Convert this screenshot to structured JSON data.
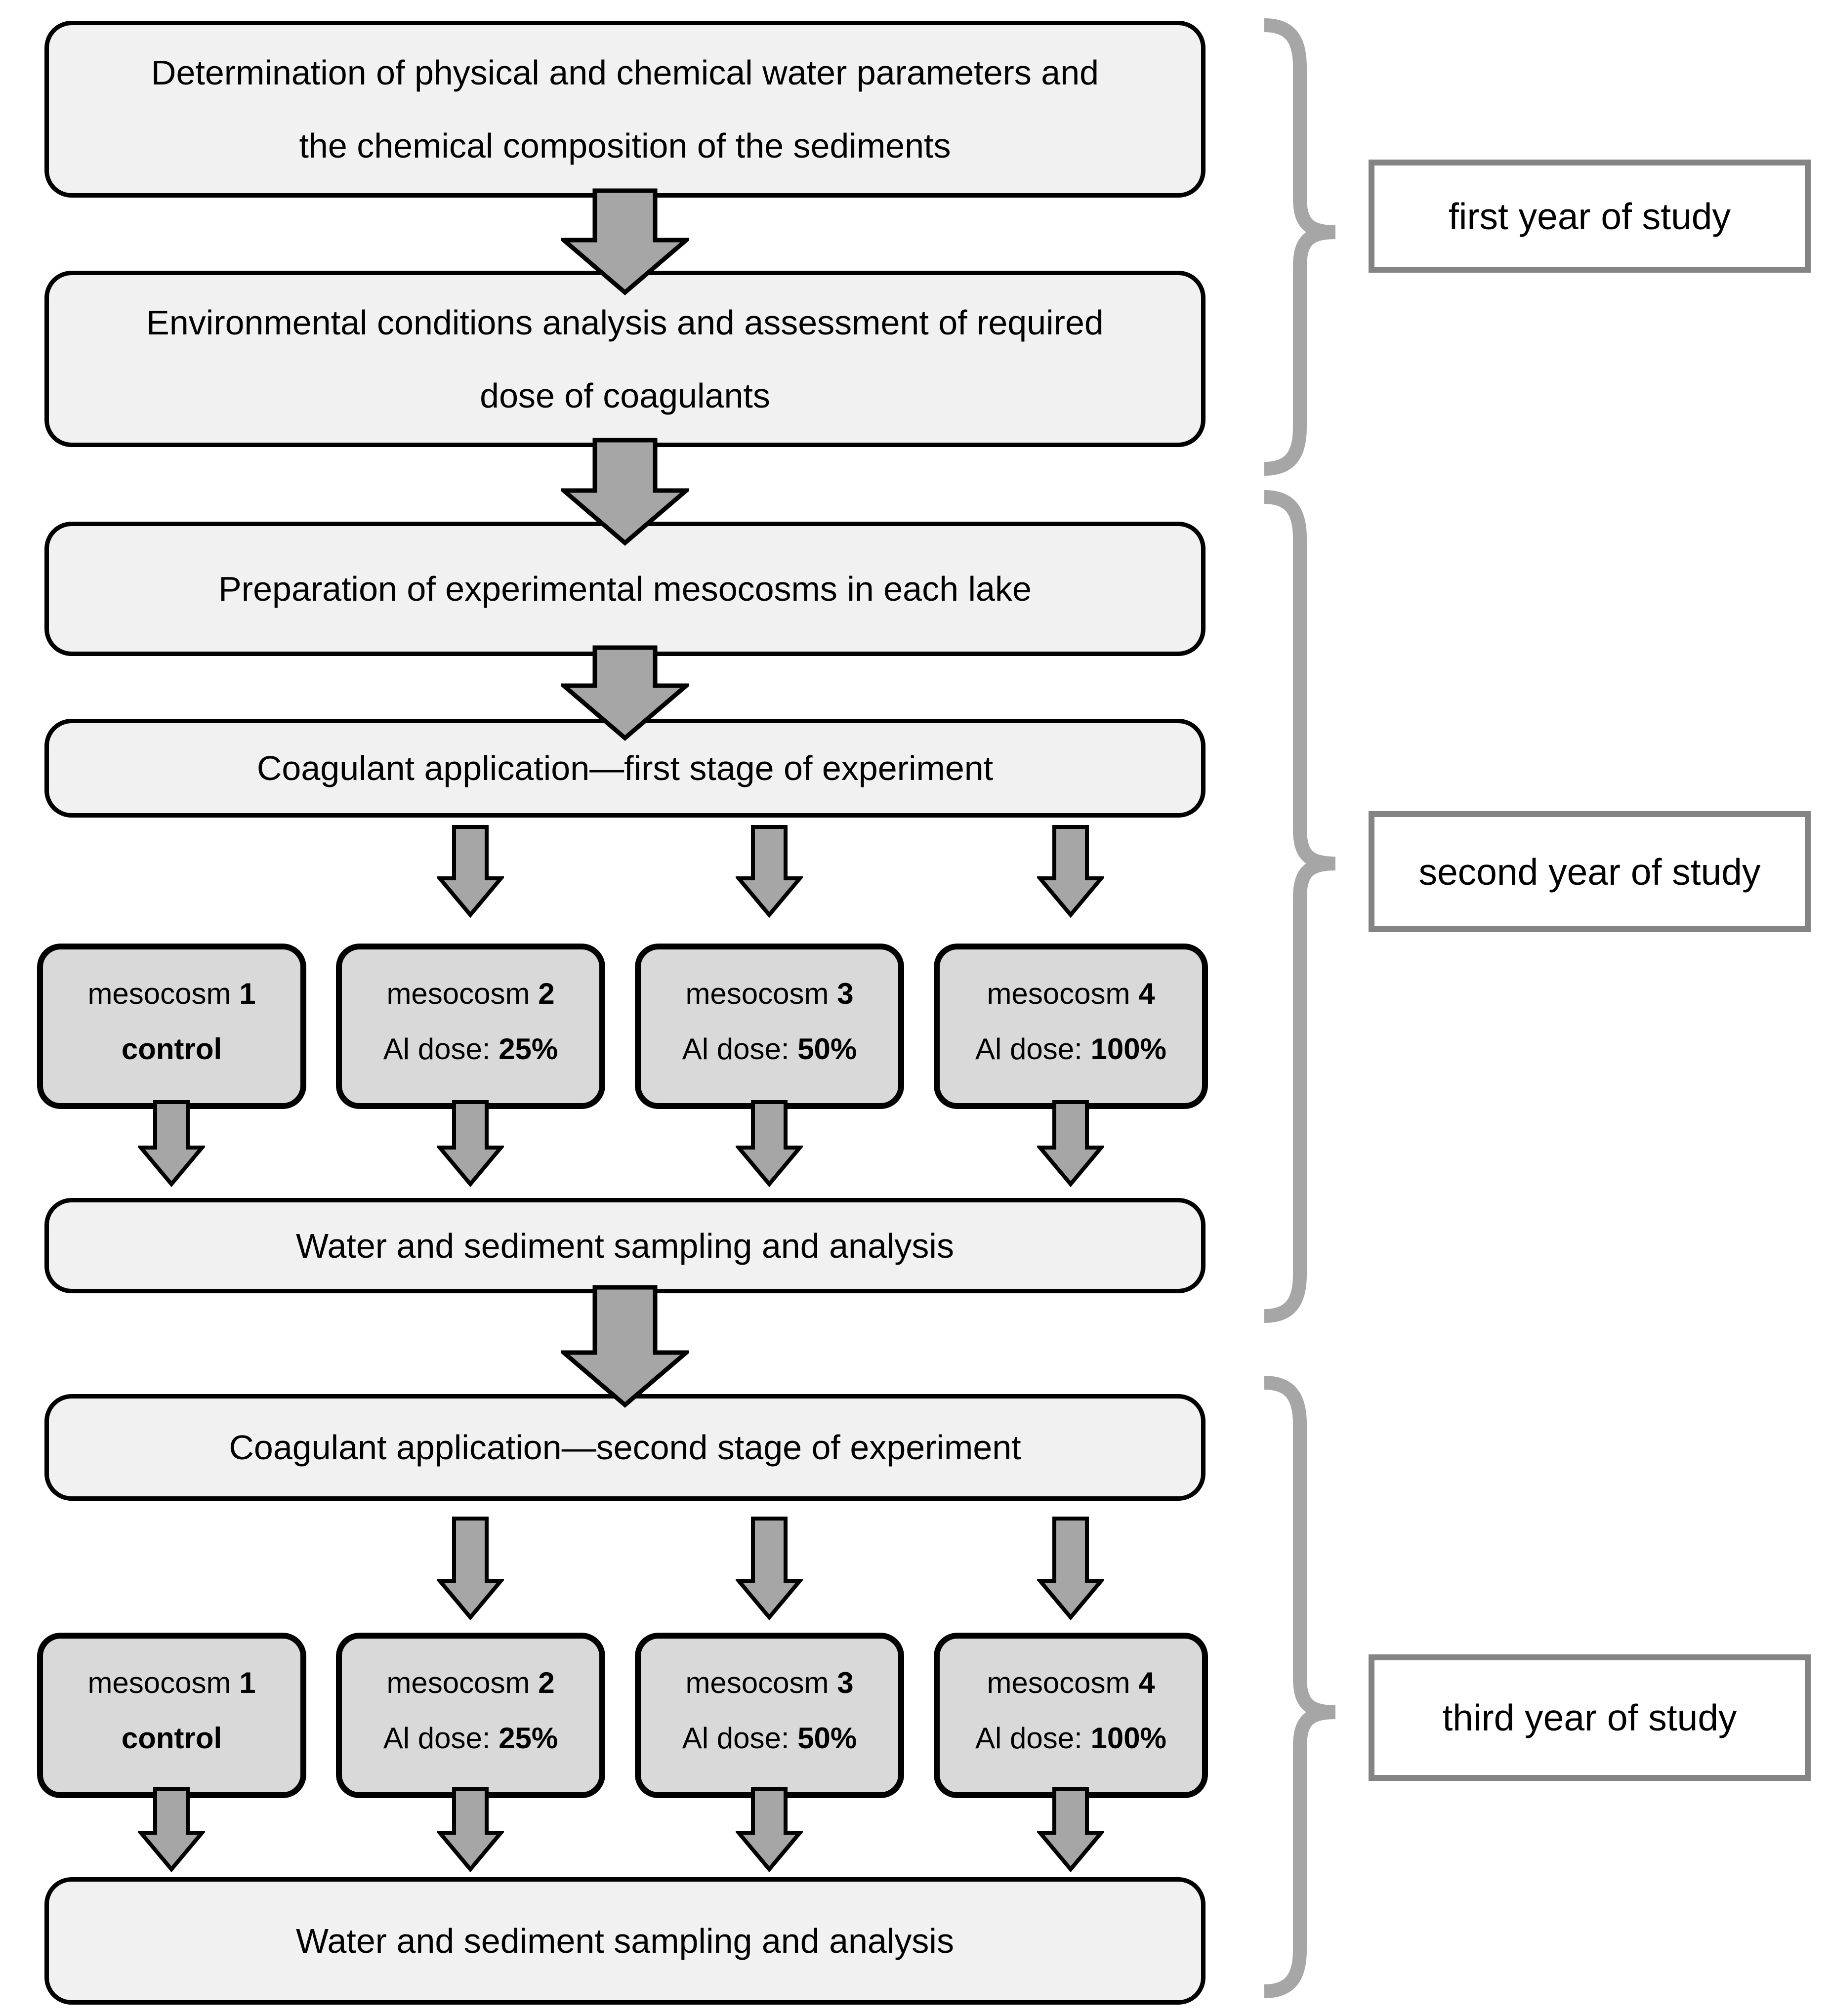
{
  "diagram": {
    "stages": [
      {
        "id": "determination",
        "text": "Determination of physical and chemical water parameters and\nthe chemical composition of the sediments"
      },
      {
        "id": "environmental",
        "text": "Environmental conditions analysis and assessment of required\ndose of coagulants"
      },
      {
        "id": "preparation",
        "text": "Preparation of experimental mesocosms in each lake"
      },
      {
        "id": "coagulant-first",
        "text": "Coagulant application—first stage of experiment"
      },
      {
        "id": "water-sampling-1",
        "text": "Water and sediment sampling and analysis"
      },
      {
        "id": "coagulant-second",
        "text": "Coagulant application—second stage of experiment"
      },
      {
        "id": "water-sampling-2",
        "text": "Water and sediment sampling and analysis"
      }
    ],
    "mesocosms_stage1": [
      {
        "name": "mesocosm ",
        "number": "1",
        "dose_prefix": "",
        "dose_value": "control"
      },
      {
        "name": "mesocosm ",
        "number": "2",
        "dose_prefix": "Al dose: ",
        "dose_value": "25%"
      },
      {
        "name": "mesocosm ",
        "number": "3",
        "dose_prefix": "Al dose: ",
        "dose_value": "50%"
      },
      {
        "name": "mesocosm ",
        "number": "4",
        "dose_prefix": "Al dose: ",
        "dose_value": "100%"
      }
    ],
    "mesocosms_stage2": [
      {
        "name": "mesocosm ",
        "number": "1",
        "dose_prefix": "",
        "dose_value": "control"
      },
      {
        "name": "mesocosm ",
        "number": "2",
        "dose_prefix": "Al dose: ",
        "dose_value": "25%"
      },
      {
        "name": "mesocosm ",
        "number": "3",
        "dose_prefix": "Al dose: ",
        "dose_value": "50%"
      },
      {
        "name": "mesocosm ",
        "number": "4",
        "dose_prefix": "Al dose: ",
        "dose_value": "100%"
      }
    ],
    "year_labels": [
      {
        "text": "first year of study"
      },
      {
        "text": "second year of study"
      },
      {
        "text": "third year of study"
      }
    ],
    "colors": {
      "stage_box_fill": "#f1f1f1",
      "mesocosm_box_fill": "#d9d9d9",
      "box_border": "#000000",
      "arrow_fill": "#a6a6a6",
      "brace": "#a6a6a6",
      "year_label_border": "#848484",
      "background": "#ffffff"
    }
  }
}
